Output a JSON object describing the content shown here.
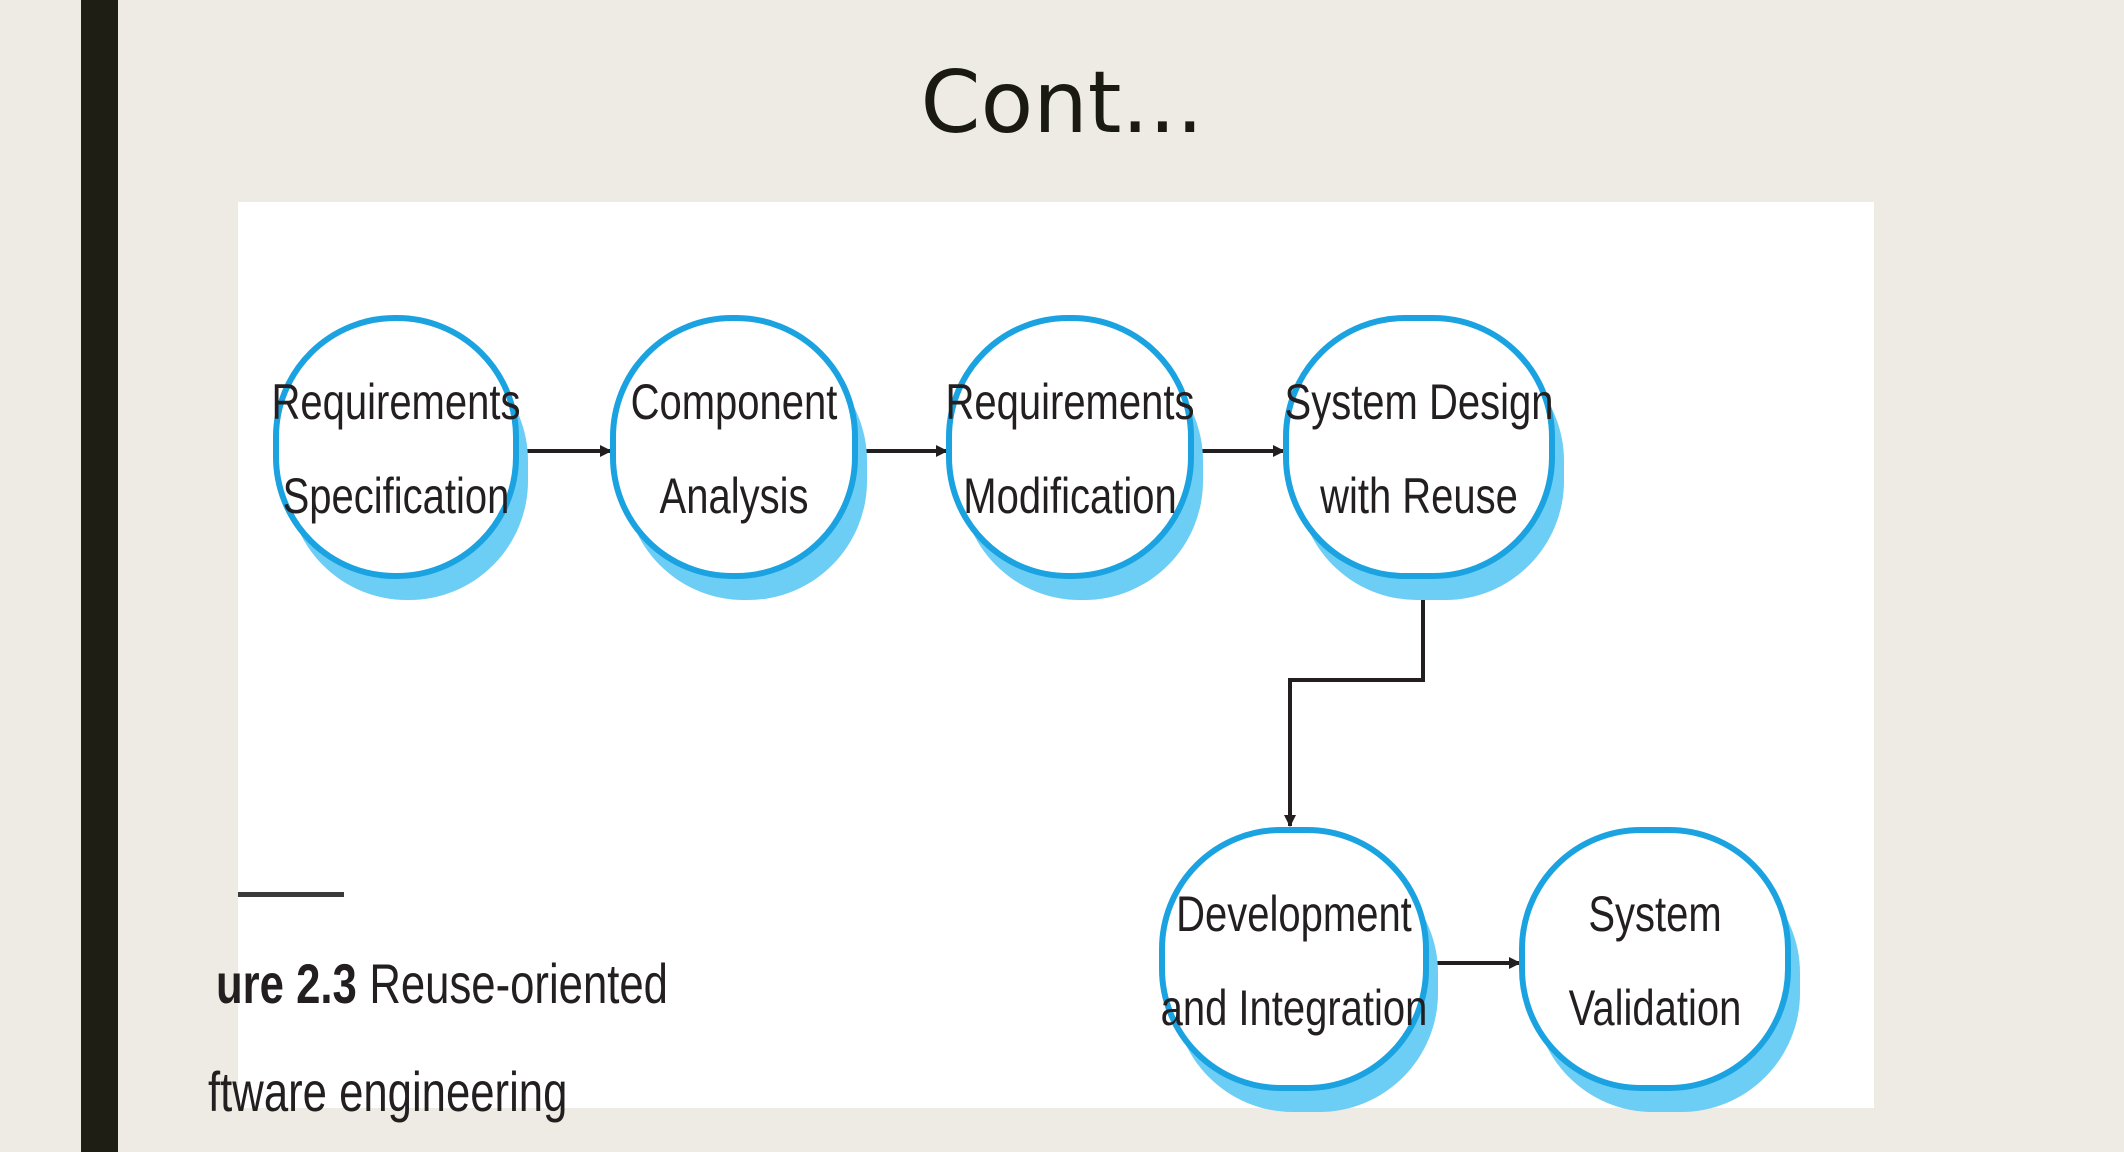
{
  "slide": {
    "title": "Cont..."
  },
  "diagram": {
    "nodes": [
      {
        "id": "req-spec",
        "lines": [
          "Requirements",
          "Specification"
        ]
      },
      {
        "id": "comp-analysis",
        "lines": [
          "Component",
          "Analysis"
        ]
      },
      {
        "id": "req-mod",
        "lines": [
          "Requirements",
          "Modification"
        ]
      },
      {
        "id": "sys-design",
        "lines": [
          "System Design",
          "with Reuse"
        ]
      },
      {
        "id": "dev-int",
        "lines": [
          "Development",
          "and Integration"
        ]
      },
      {
        "id": "sys-val",
        "lines": [
          "System",
          "Validation"
        ]
      }
    ],
    "edges": [
      {
        "from": "req-spec",
        "to": "comp-analysis"
      },
      {
        "from": "comp-analysis",
        "to": "req-mod"
      },
      {
        "from": "req-mod",
        "to": "sys-design"
      },
      {
        "from": "sys-design",
        "to": "dev-int"
      },
      {
        "from": "dev-int",
        "to": "sys-val"
      }
    ],
    "colors": {
      "node_border": "#1AA3E0",
      "node_shadow": "#6CCDF5",
      "node_fill": "#FFFFFF",
      "arrow": "#231F20"
    }
  },
  "caption": {
    "figure_number": "ure 2.3",
    "line1": "Reuse-oriented",
    "line2": "ftware engineering"
  }
}
